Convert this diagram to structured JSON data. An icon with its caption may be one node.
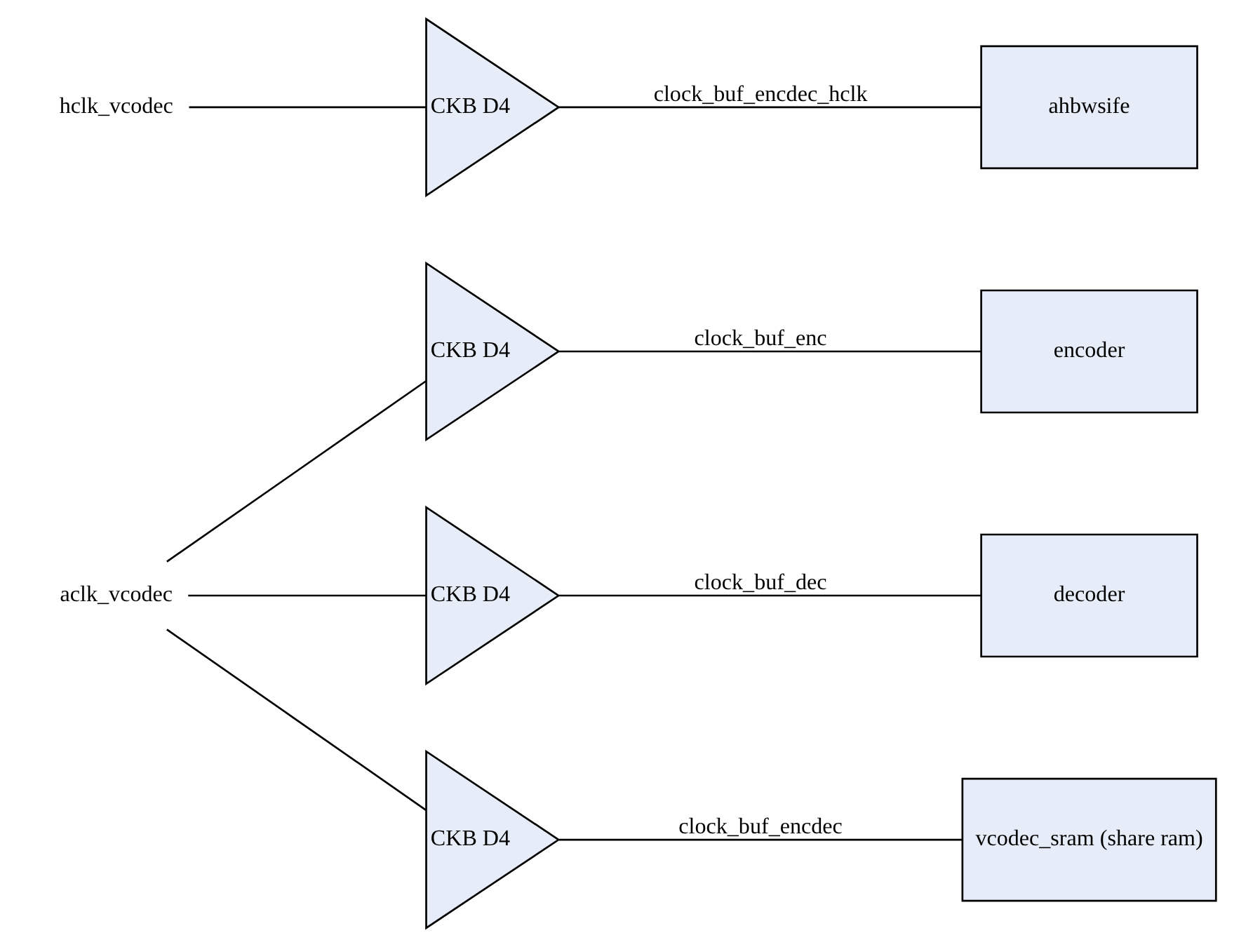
{
  "diagram": {
    "nodes": [
      {
        "text": [
          "aclk_vcodec"
        ]
      },
      {
        "text": [
          "CKB D4"
        ]
      },
      {
        "text": [
          "encoder"
        ]
      },
      {
        "text": [
          "CKB D4"
        ]
      },
      {
        "text": [
          "decoder"
        ]
      },
      {
        "text": [
          "CKB D4"
        ]
      },
      {
        "text": [
          "vcodec_sram (share ram)"
        ]
      },
      {
        "text": [
          "hclk_vcodec"
        ]
      },
      {
        "text": [
          "CKB D4"
        ]
      },
      {
        "text": [
          "ahbwsife"
        ]
      }
    ],
    "edges": [
      {
        "from": 0,
        "to": 1,
        "arrow": "none"
      },
      {
        "from": 1,
        "to": 2,
        "arrow": "none",
        "label": "clock_buf_enc"
      },
      {
        "from": 0,
        "to": 3,
        "arrow": "none"
      },
      {
        "from": 3,
        "to": 4,
        "arrow": "none",
        "label": "clock_buf_dec"
      },
      {
        "from": 0,
        "to": 5,
        "arrow": "none"
      },
      {
        "from": 5,
        "to": 6,
        "arrow": "none",
        "label": "clock_buf_encdec"
      },
      {
        "from": 7,
        "to": 8,
        "arrow": "none"
      },
      {
        "from": 8,
        "to": 9,
        "arrow": "none",
        "label": "clock_buf_encdec_hclk"
      }
    ]
  }
}
